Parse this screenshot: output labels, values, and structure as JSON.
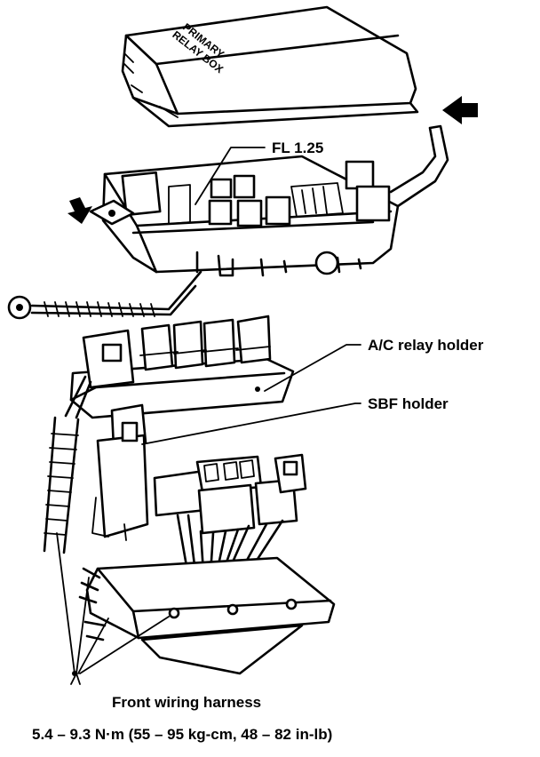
{
  "diagram": {
    "cover_text_line1": "PRIMARY",
    "cover_text_line2": "RELAY BOX"
  },
  "labels": {
    "fl": "FL 1.25",
    "ac_relay_holder": "A/C relay holder",
    "sbf_holder": "SBF holder",
    "front_wiring_harness": "Front wiring harness",
    "torque_spec": "5.4 – 9.3 N·m (55 – 95 kg-cm, 48 – 82 in-lb)"
  },
  "colors": {
    "ink": "#000000",
    "paper": "#ffffff"
  }
}
